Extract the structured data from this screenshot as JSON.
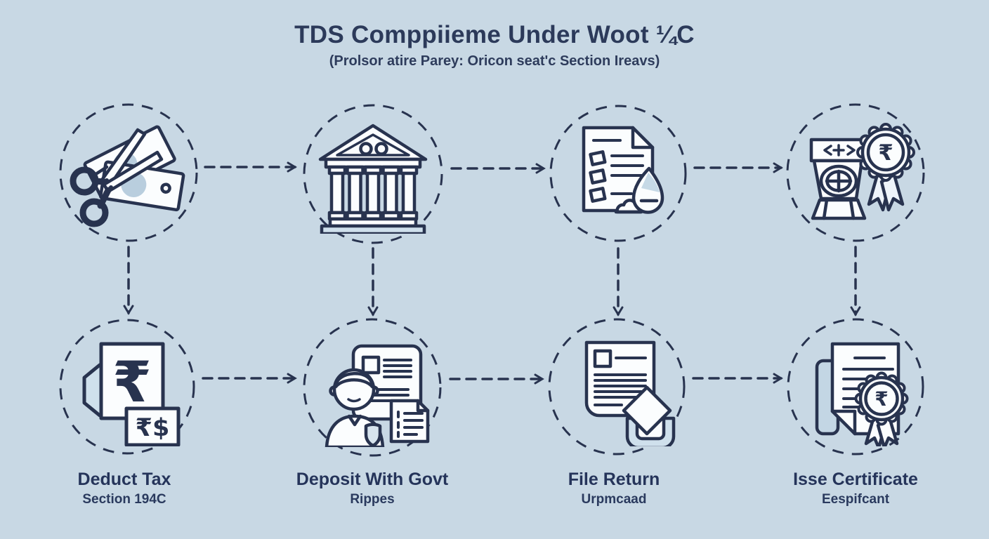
{
  "header": {
    "title": "TDS Comppiieme Under Woot ¼C",
    "subtitle": "(Prolsor atire Parey: Oricon seat'c Section Ireavs)"
  },
  "steps": [
    {
      "label": "Deduct Tax",
      "sublabel": "Section 194C"
    },
    {
      "label": "Deposit With Govt",
      "sublabel": "Rippes"
    },
    {
      "label": "File Return",
      "sublabel": "Urpmcaad"
    },
    {
      "label": "Isse Certificate",
      "sublabel": "Eespifcant"
    }
  ],
  "icons": {
    "top_row": [
      "scissors-cutting-banknotes",
      "bank-building",
      "checklist-document-with-drop",
      "tds-machine-with-rupee-rosette"
    ],
    "bottom_row": [
      "rupee-document-with-currency-box",
      "person-with-documents",
      "return-document-with-diamond-tray",
      "certificate-with-rupee-rosette"
    ],
    "rupee": "₹",
    "rupee_dollar": "₹$"
  },
  "colors": {
    "background": "#c8d8e4",
    "outline_navy": "#28334f",
    "text_navy": "#25345a",
    "fill_white": "#fbfdfe",
    "fill_light_blue": "#b9cede",
    "fill_pale_blue": "#cfe0ec"
  }
}
